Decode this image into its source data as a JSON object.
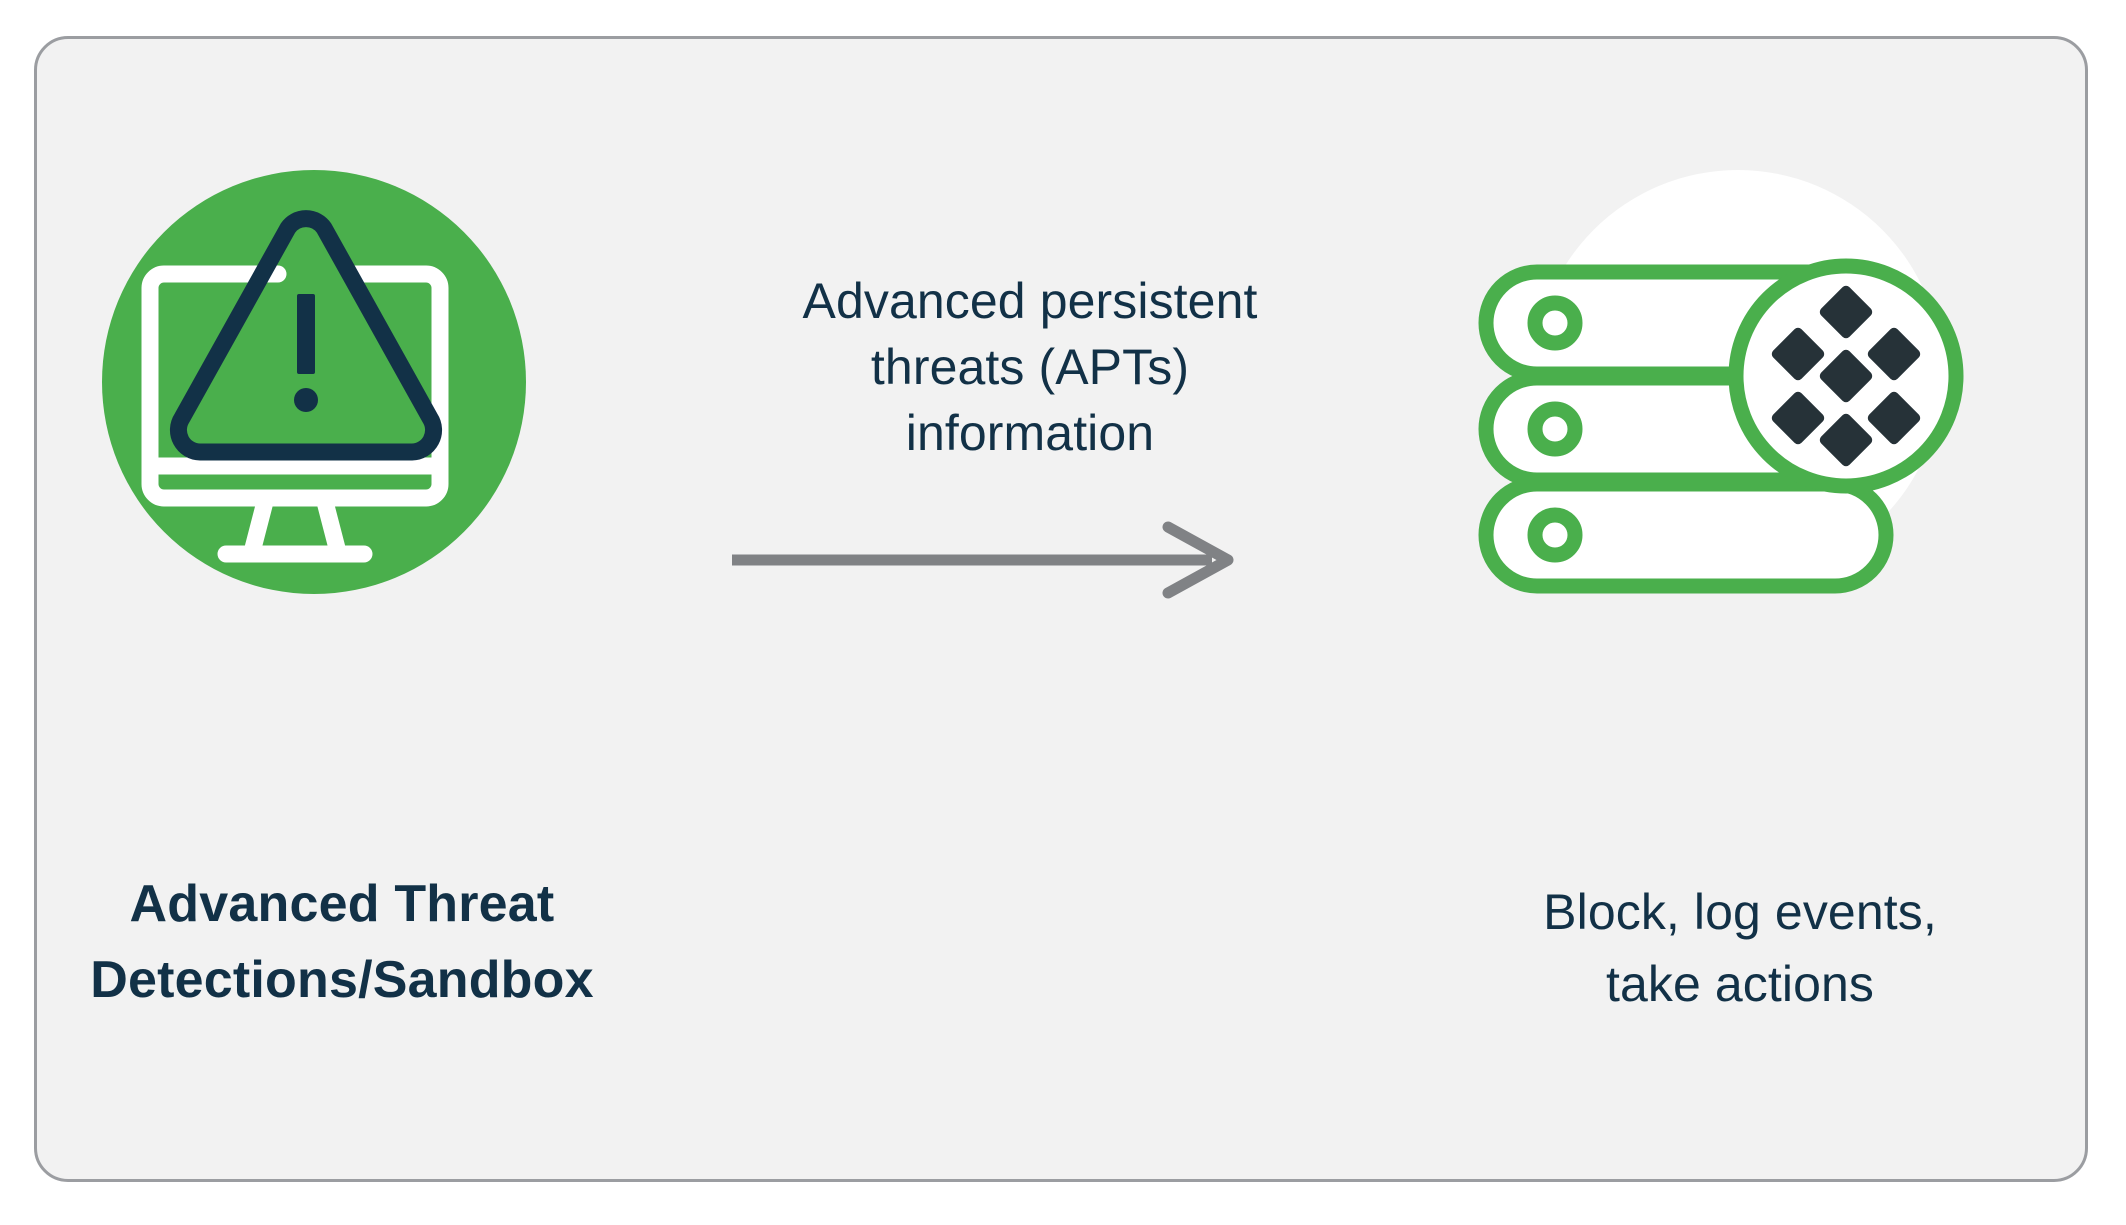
{
  "diagram": {
    "background_color": "#f2f2f2",
    "panel_border_color": "#9b9da1",
    "accent_green": "#4aaf4c",
    "accent_navy": "#123147",
    "accent_dark_slate": "#263238",
    "arrow_color": "#808285"
  },
  "left_node": {
    "icon_name": "monitor-warning-icon",
    "circle_color": "#4aaf4c",
    "label": "Advanced Threat\nDetections/Sandbox"
  },
  "flow": {
    "label": "Advanced persistent\nthreats (APTs)\ninformation",
    "arrow_name": "right-arrow",
    "arrow_color": "#808285"
  },
  "right_node": {
    "icon_name": "server-stack-icon",
    "circle_color": "#ffffff",
    "stack_color": "#4aaf4c",
    "badge_pattern_color": "#263238",
    "label": "Block, log events,\ntake actions"
  }
}
